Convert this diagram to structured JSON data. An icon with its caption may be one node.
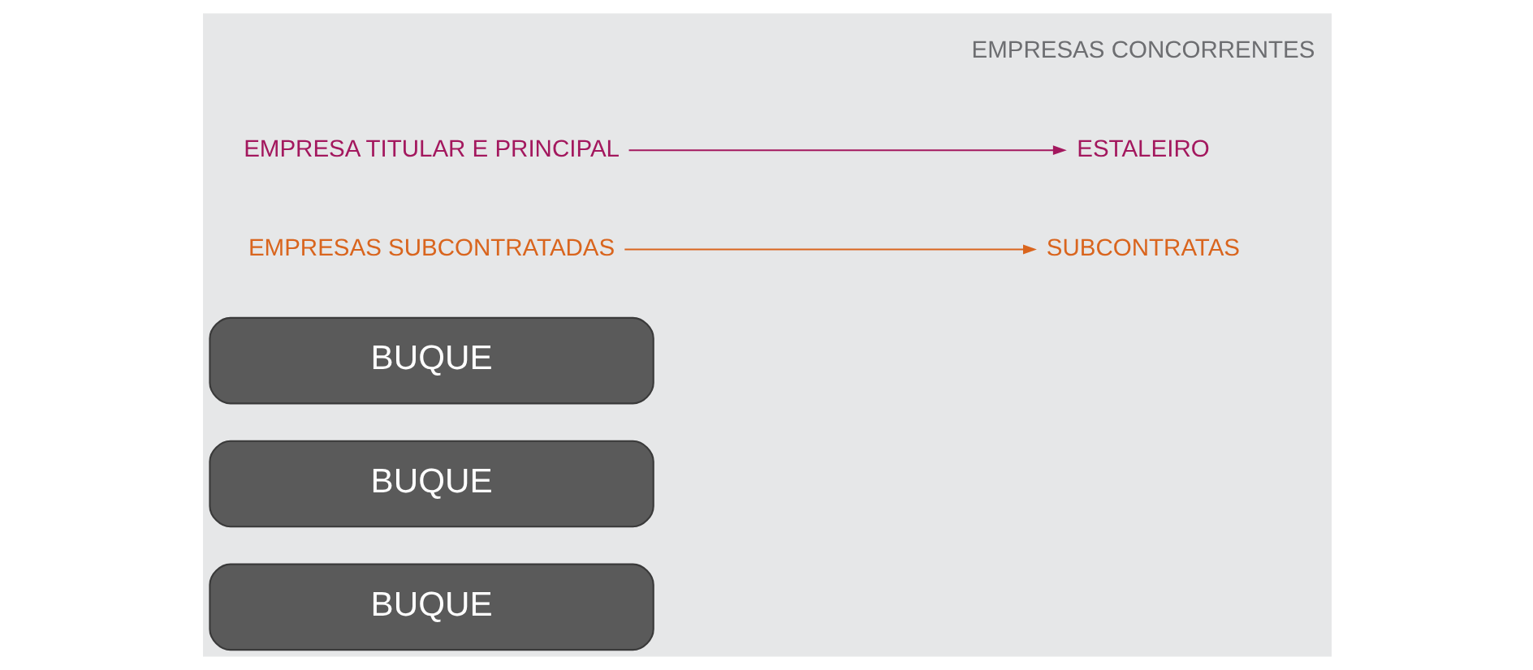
{
  "diagram": {
    "nodes": [
      {
        "text": [
          "EMPRESA TITULAR E PRINCIPAL"
        ]
      },
      {
        "text": [
          "EMPRESAS SUBCONTRATADAS"
        ]
      },
      {
        "text": [
          "BUQUE"
        ]
      },
      {
        "text": [
          "BUQUE"
        ]
      },
      {
        "text": [
          "BUQUE"
        ]
      },
      {
        "text": [
          "SUBCONTRATAS"
        ]
      },
      {
        "text": [
          "ESTALEIRO"
        ]
      }
    ],
    "edges": [
      {
        "from": 0,
        "to": 6,
        "arrow": "to",
        "color": "#a3185e"
      },
      {
        "from": 1,
        "to": 5,
        "arrow": "to",
        "color": "#d9651e"
      }
    ],
    "labels": [
      "EMPRESAS CONCORRENTES"
    ]
  }
}
